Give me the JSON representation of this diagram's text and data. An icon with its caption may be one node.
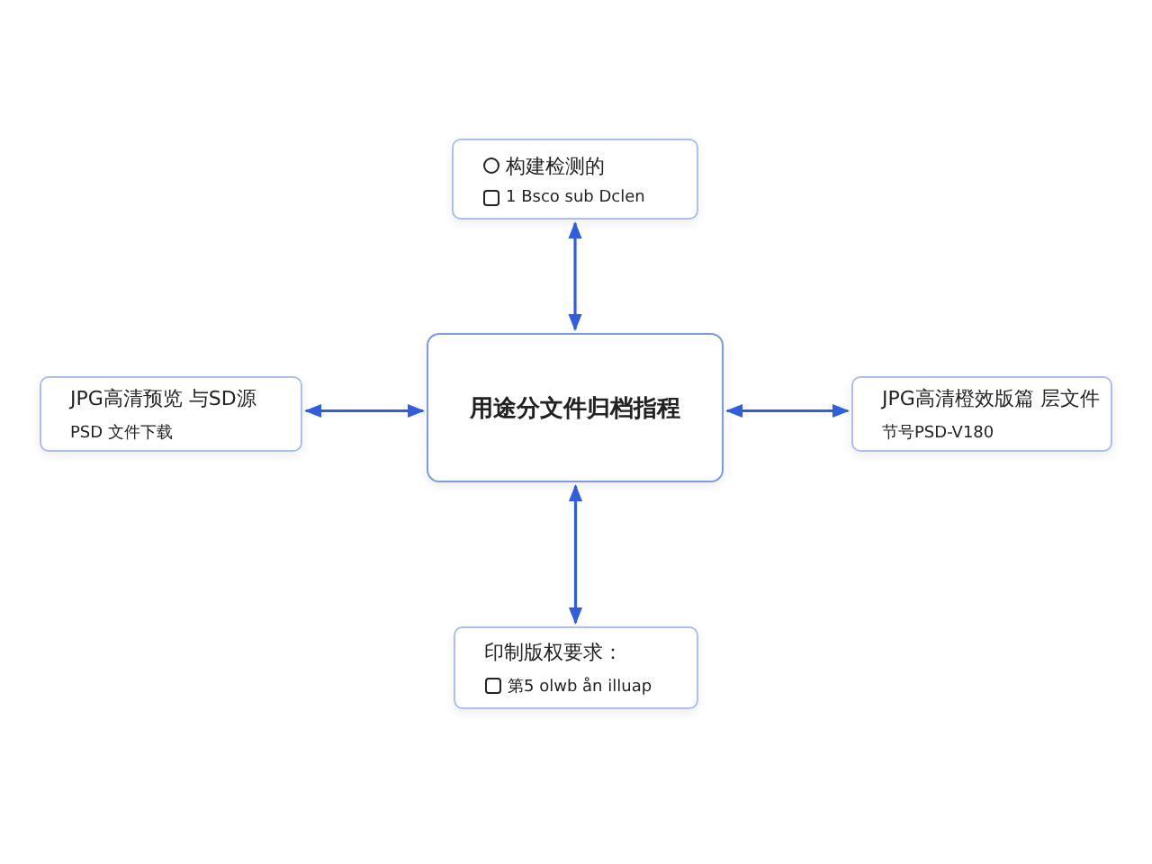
{
  "diagram": {
    "nodes": [
      {
        "text": [
          "用途分文件归档指程"
        ]
      },
      {
        "text": [
          "构建检测的",
          "1 Bsco sub Dclen"
        ]
      },
      {
        "text": [
          "JPG高清预览 与SD源",
          "PSD 文件下载"
        ]
      },
      {
        "text": [
          "JPG高清橙效版篇 层文件",
          "节号PSD-V180"
        ]
      },
      {
        "text": [
          "印制版权要求：",
          "第5 olwb ån illuap"
        ]
      }
    ],
    "edges": [
      {
        "from": 0,
        "to": 1,
        "arrow": "both"
      },
      {
        "from": 0,
        "to": 2,
        "arrow": "both"
      },
      {
        "from": 0,
        "to": 3,
        "arrow": "both"
      },
      {
        "from": 0,
        "to": 4,
        "arrow": "both"
      }
    ]
  }
}
